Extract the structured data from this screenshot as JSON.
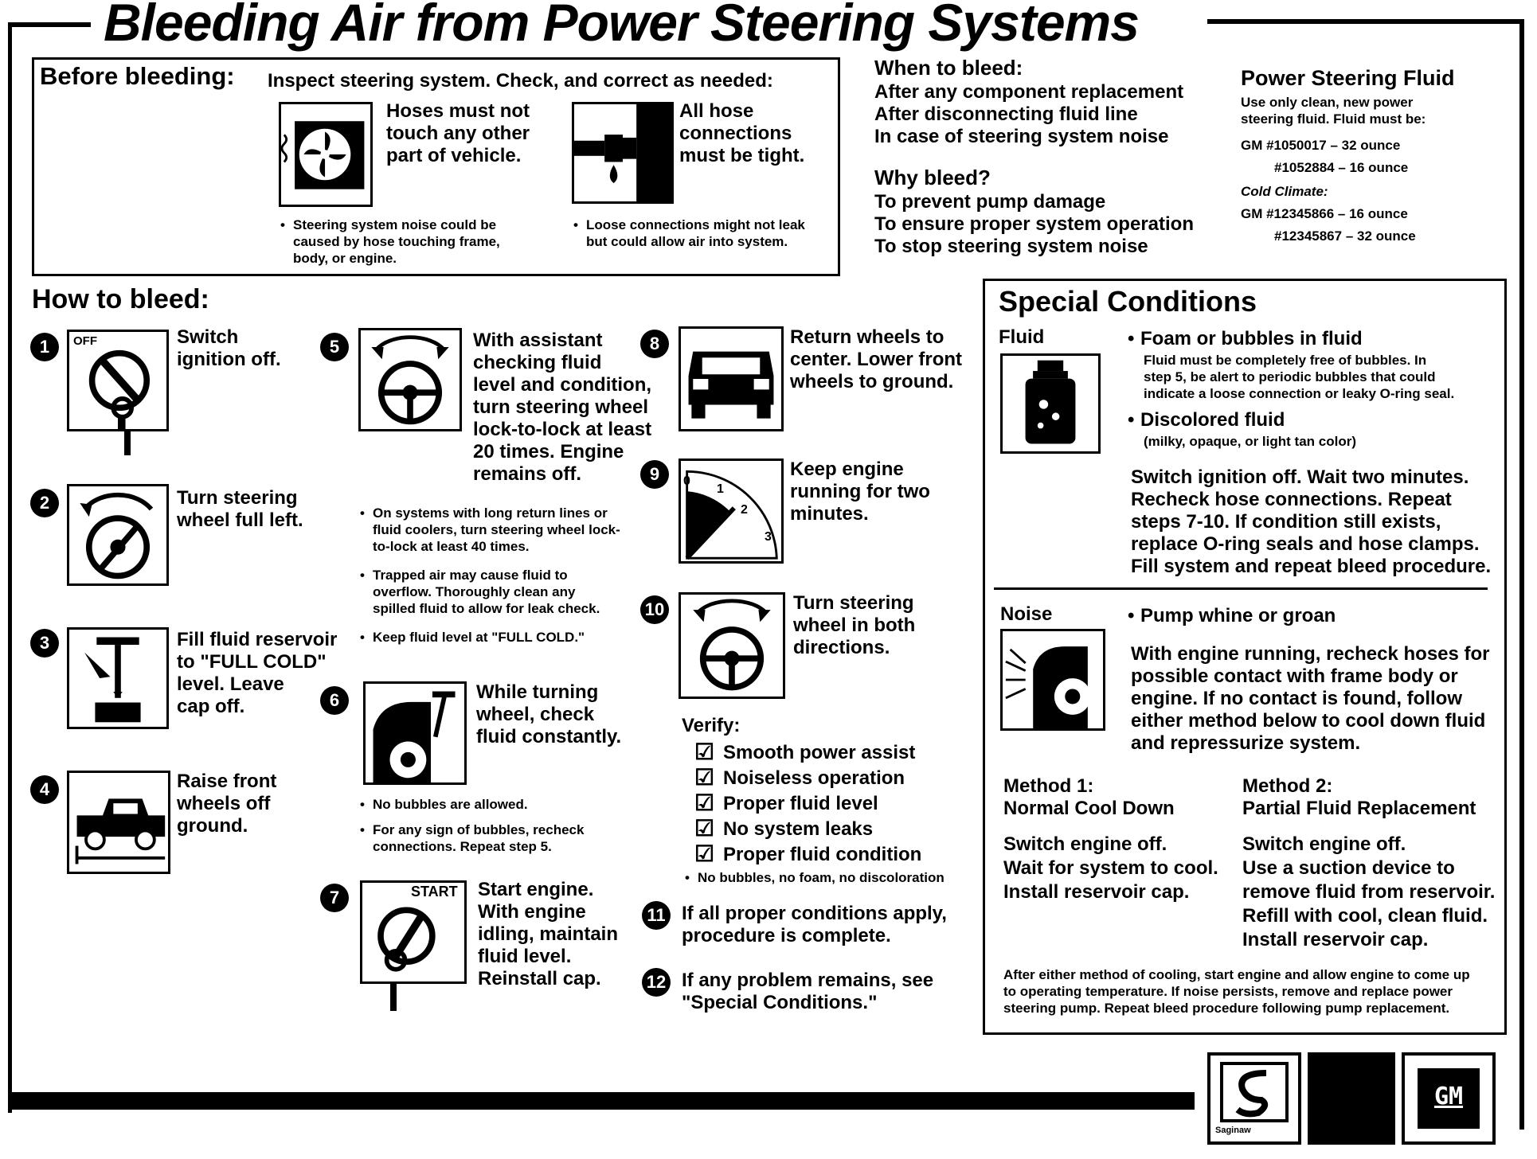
{
  "title": "Bleeding Air from Power Steering Systems",
  "before": {
    "heading": "Before bleeding:",
    "intro": "Inspect steering system.  Check, and correct as needed:",
    "hoses": [
      "Hoses must not",
      "touch any other",
      "part of vehicle."
    ],
    "connections": [
      "All hose",
      "connections",
      "must be tight."
    ],
    "note1": [
      "Steering system noise could be",
      "caused by hose touching frame,",
      "body, or engine."
    ],
    "note2": [
      "Loose connections might not leak",
      "but could allow air into system."
    ]
  },
  "when": {
    "heading": "When to bleed:",
    "lines": [
      "After any component replacement",
      "After disconnecting fluid line",
      "In case of steering system noise"
    ],
    "why_heading": "Why bleed?",
    "why_lines": [
      "To prevent pump damage",
      "To ensure proper system operation",
      "To stop steering system noise"
    ]
  },
  "fluid_info": {
    "heading": "Power Steering Fluid",
    "intro": [
      "Use only clean, new power",
      "steering fluid.  Fluid must be:"
    ],
    "gm1": "GM #1050017 – 32 ounce",
    "gm2": "#1052884 – 16 ounce",
    "cold": "Cold Climate:",
    "gm3": "GM #12345866 – 16 ounce",
    "gm4": "#12345867 – 32 ounce"
  },
  "how": {
    "heading": "How to bleed:",
    "s1": [
      "Switch",
      "ignition off."
    ],
    "s1_icon": "OFF",
    "s2": [
      "Turn steering",
      "wheel full left."
    ],
    "s3": [
      "Fill fluid reservoir",
      "to \"FULL COLD\"",
      "level. Leave",
      "cap off."
    ],
    "s4": [
      "Raise front",
      "wheels off",
      "ground."
    ],
    "s5": [
      "With assistant",
      "checking fluid",
      "level and condition,",
      "turn steering wheel",
      "lock-to-lock at least",
      "20 times. Engine",
      "remains off."
    ],
    "s5_notes": [
      [
        "On systems with long return lines or",
        "fluid coolers, turn steering wheel lock-",
        "to-lock at least 40 times."
      ],
      [
        "Trapped air may cause fluid to",
        "overflow. Thoroughly clean any",
        "spilled fluid to allow for leak check."
      ],
      [
        "Keep fluid level at \"FULL COLD.\""
      ]
    ],
    "s6": [
      "While turning",
      "wheel, check",
      "fluid constantly."
    ],
    "s6_notes": [
      [
        "No bubbles are allowed."
      ],
      [
        "For any sign of bubbles, recheck",
        "connections.  Repeat step 5."
      ]
    ],
    "s7": [
      "Start engine.",
      "With engine",
      "idling, maintain",
      "fluid level.",
      "Reinstall cap."
    ],
    "s7_icon": "START",
    "s8": [
      "Return wheels to",
      "center.  Lower front",
      "wheels to ground."
    ],
    "s9": [
      "Keep engine",
      "running for two",
      "minutes."
    ],
    "s9_ticks": [
      "0",
      "1",
      "2",
      "3"
    ],
    "s10": [
      "Turn steering",
      "wheel in both",
      "directions."
    ],
    "verify_heading": "Verify:",
    "verify": [
      "Smooth power assist",
      "Noiseless operation",
      "Proper fluid level",
      "No system leaks",
      "Proper fluid condition"
    ],
    "verify_note": "No bubbles, no foam, no  discoloration",
    "s11": [
      "If all proper conditions apply,",
      "procedure is complete."
    ],
    "s12": [
      "If any problem remains, see",
      "\"Special Conditions.\""
    ],
    "numbers": [
      "1",
      "2",
      "3",
      "4",
      "5",
      "6",
      "7",
      "8",
      "9",
      "10",
      "11",
      "12"
    ]
  },
  "special": {
    "heading": "Special Conditions",
    "fluid_label": "Fluid",
    "foam": "Foam or bubbles in fluid",
    "foam_text": [
      "Fluid must be completely free of bubbles.  In",
      "step 5, be alert to periodic bubbles that could",
      "indicate a loose connection or leaky O-ring seal."
    ],
    "discolored": "Discolored fluid",
    "discolored_text": "(milky, opaque, or light tan color)",
    "fluid_action": [
      "Switch ignition off. Wait two minutes.",
      "Recheck hose connections. Repeat",
      "steps 7-10.  If condition still exists,",
      "replace O-ring seals and hose clamps.",
      "Fill system and repeat bleed procedure."
    ],
    "noise_label": "Noise",
    "whine": "Pump whine or groan",
    "noise_text": [
      "With engine running, recheck hoses for",
      "possible contact with frame body or",
      "engine. If no contact is found, follow",
      "either method below to cool down fluid",
      "and repressurize system."
    ],
    "m1_title": [
      "Method 1:",
      "Normal Cool Down"
    ],
    "m1_text": [
      "Switch engine off.",
      "Wait for system to cool.",
      "Install reservoir cap."
    ],
    "m2_title": [
      "Method 2:",
      "Partial Fluid Replacement"
    ],
    "m2_text": [
      "Switch engine off.",
      "Use a suction device to",
      "remove fluid from reservoir.",
      "Refill with cool, clean fluid.",
      "Install reservoir cap."
    ],
    "footer": [
      "After either method of cooling, start engine and allow engine to come up",
      "to operating temperature. If noise persists, remove and replace power",
      "steering pump. Repeat bleed procedure following pump replacement."
    ]
  },
  "logos": {
    "left_caption": "Saginaw",
    "right": "GM"
  }
}
